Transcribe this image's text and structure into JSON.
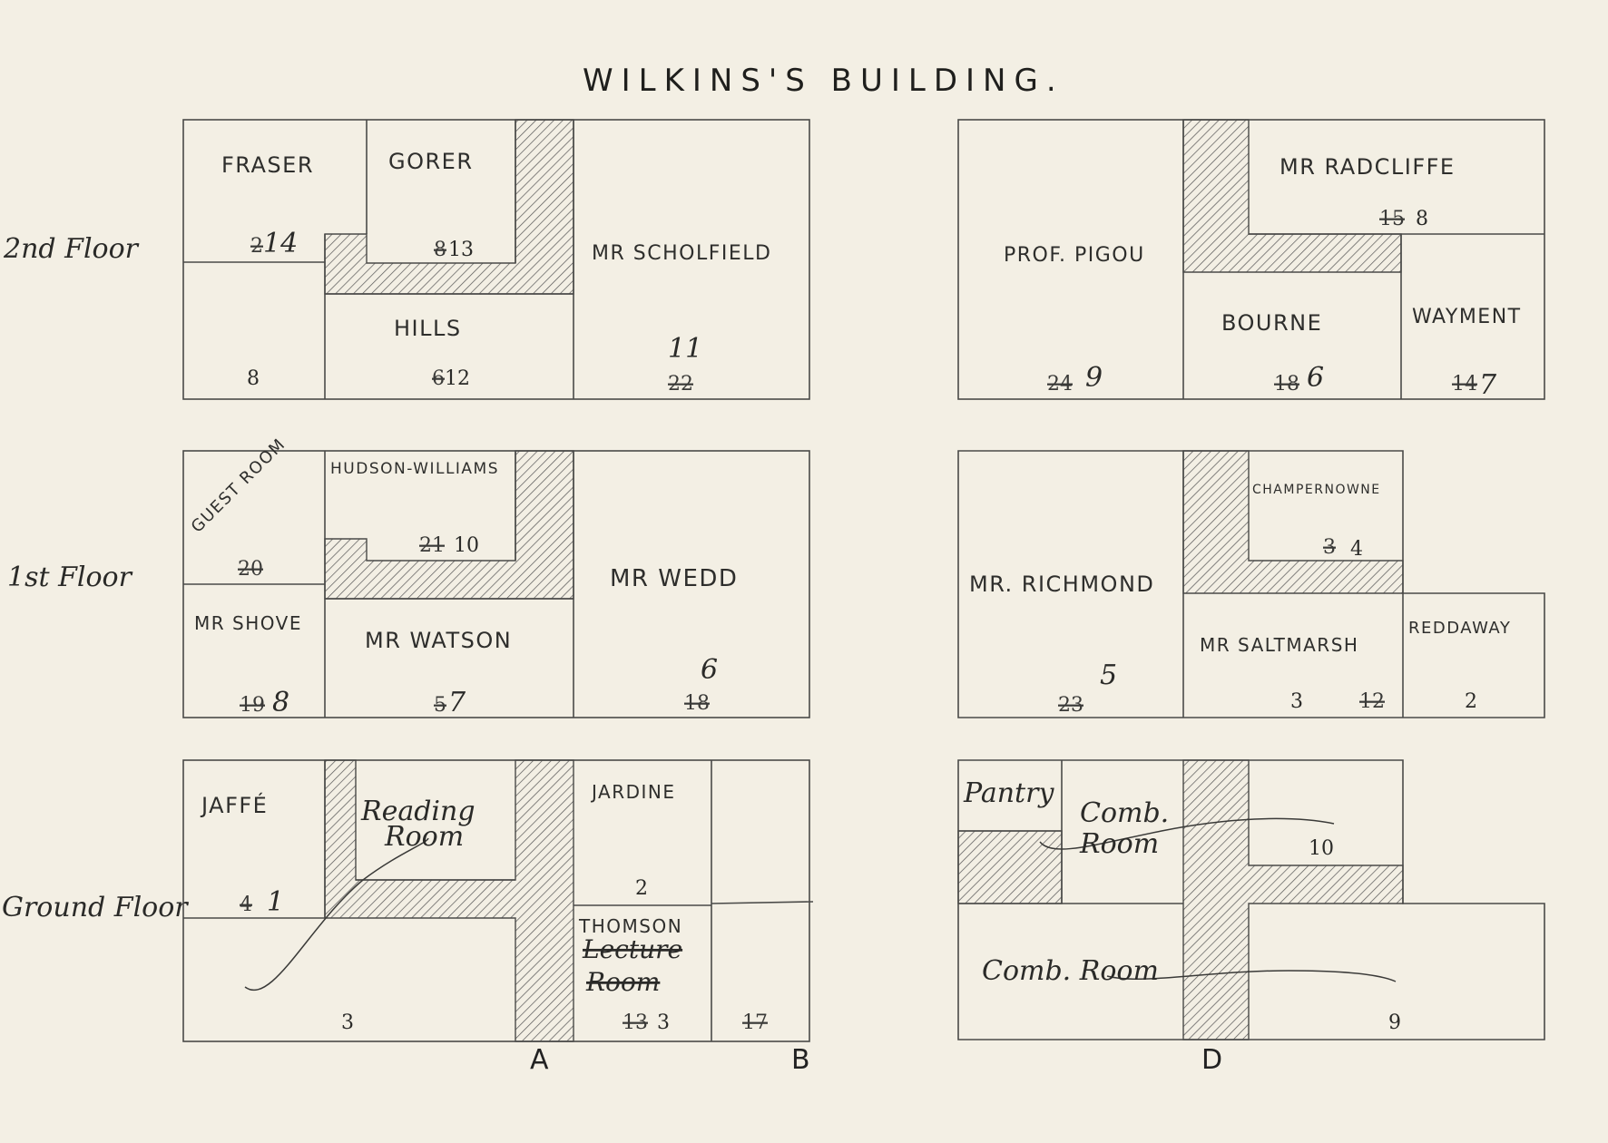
{
  "title": "WILKINS'S BUILDING.",
  "floors": {
    "second": "2nd Floor",
    "first": "1st Floor",
    "ground": "Ground Floor"
  },
  "staircases": {
    "a": "A",
    "b": "B",
    "d": "D"
  },
  "rooms": {
    "fraser": {
      "name": "FRASER",
      "old": "2",
      "num": "14"
    },
    "gorer": {
      "name": "GORER",
      "old": "8",
      "num": "13"
    },
    "hills": {
      "name": "HILLS",
      "old": "6",
      "num": "12"
    },
    "second_left_lower": {
      "num": "8"
    },
    "scholfield": {
      "name": "MR SCHOLFIELD",
      "old": "22",
      "num": "11"
    },
    "pigou": {
      "name": "PROF. PIGOU",
      "old": "24",
      "num": "9"
    },
    "radcliffe": {
      "name": "MR RADCLIFFE",
      "old": "15",
      "num": "8"
    },
    "bourne": {
      "name": "BOURNE",
      "old": "18",
      "num": "6"
    },
    "wayment": {
      "name": "WAYMENT",
      "old": "14",
      "num": "7"
    },
    "guest_room": {
      "name": "GUEST ROOM",
      "old": "20"
    },
    "hudson_williams": {
      "name": "HUDSON-WILLIAMS",
      "old": "21",
      "num": "10"
    },
    "shove": {
      "name": "MR SHOVE",
      "old": "19",
      "num": "8"
    },
    "watson": {
      "name": "MR WATSON",
      "old": "5",
      "num": "7"
    },
    "wedd": {
      "name": "MR WEDD",
      "old": "18",
      "num": "6"
    },
    "richmond": {
      "name": "MR. RICHMOND",
      "old": "23",
      "num": "5"
    },
    "champernowne": {
      "name": "CHAMPERNOWNE",
      "old": "3",
      "num": "4"
    },
    "saltmarsh": {
      "name": "MR SALTMARSH",
      "num": "3",
      "old": "12"
    },
    "reddaway": {
      "name": "REDDAWAY",
      "num": "2"
    },
    "jaffe": {
      "name": "JAFFÉ",
      "old": "4",
      "num": "1"
    },
    "reading_room": {
      "line1": "Reading",
      "line2": "Room"
    },
    "ground_left_lower": {
      "num": "3"
    },
    "jardine": {
      "name": "JARDINE",
      "num": "2"
    },
    "thomson": {
      "name": "THOMSON",
      "strike1": "Lecture",
      "strike2": "Room",
      "old": "13",
      "num": "3"
    },
    "ground_b": {
      "old": "17"
    },
    "pantry": {
      "name": "Pantry"
    },
    "comb_room_upper": {
      "line1": "Comb.",
      "line2": "Room",
      "num": "10"
    },
    "comb_room_lower": {
      "name": "Comb. Room",
      "num": "9"
    }
  },
  "colors": {
    "paper": "#f3efe4",
    "ink": "#4a4a48"
  }
}
